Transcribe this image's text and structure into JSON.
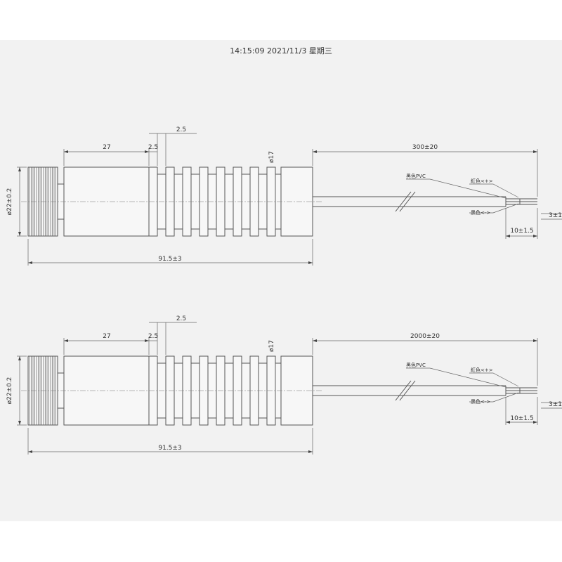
{
  "header": {
    "timestamp": "14:15:09 2021/11/3 星期三"
  },
  "views": [
    {
      "dim_length_body": "27",
      "dim_gap": "2.5",
      "dim_fin": "2.5",
      "dim_diameter_small": "ø17",
      "dim_diameter_large": "ø22±0.2",
      "dim_cable": "300±20",
      "dim_total": "91.5±3",
      "dim_strip": "10±1.5",
      "dim_tip": "3±1",
      "label_cable": "黑色PVC",
      "label_red": "紅色<+>",
      "label_black": "黑色<->"
    },
    {
      "dim_length_body": "27",
      "dim_gap": "2.5",
      "dim_fin": "2.5",
      "dim_diameter_small": "ø17",
      "dim_diameter_large": "ø22±0.2",
      "dim_cable": "2000±20",
      "dim_total": "91.5±3",
      "dim_strip": "10±1.5",
      "dim_tip": "3±1",
      "label_cable": "黑色PVC",
      "label_red": "紅色<+>",
      "label_black": "黑色<->"
    }
  ]
}
